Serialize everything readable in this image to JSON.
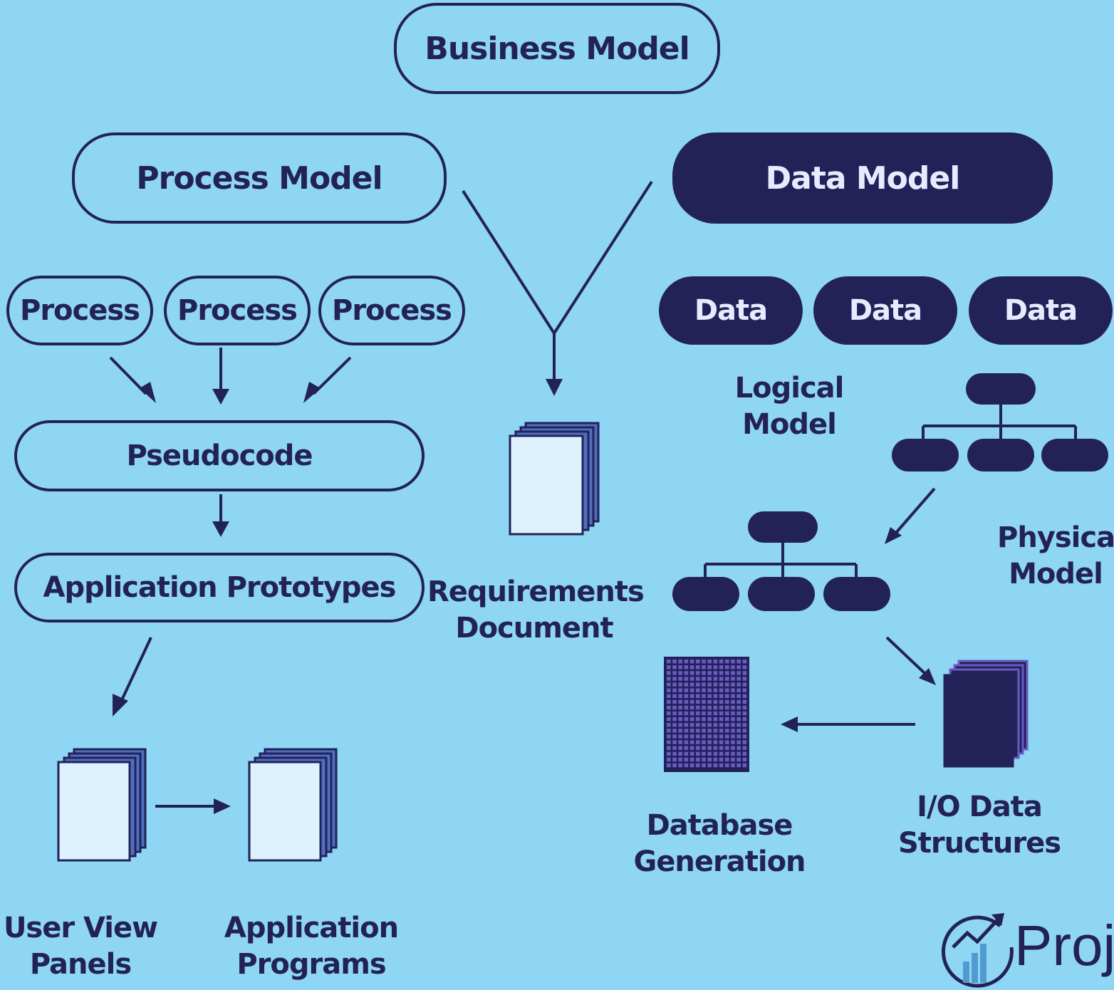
{
  "nodes": {
    "business_model": "Business Model",
    "process_model": "Process Model",
    "data_model": "Data Model",
    "process_1": "Process",
    "process_2": "Process",
    "process_3": "Process",
    "data_1": "Data",
    "data_2": "Data",
    "data_3": "Data",
    "pseudocode": "Pseudocode",
    "application_prototypes": "Application Prototypes"
  },
  "labels": {
    "requirements_document": [
      "Requirements",
      "Document"
    ],
    "logical_model": [
      "Logical",
      "Model"
    ],
    "physical_model": [
      "Physical",
      "Model"
    ],
    "user_view_panels": [
      "User View",
      "Panels"
    ],
    "application_programs": [
      "Application",
      "Programs"
    ],
    "database_generation": [
      "Database",
      "Generation"
    ],
    "io_data_structures": [
      "I/O Data",
      "Structures"
    ]
  },
  "logo": {
    "text": "Proje",
    "icon": "growth-chart-icon"
  },
  "colors": {
    "background": "#8fd5f4",
    "navy": "#232258",
    "doc_front": "#ddf2fc",
    "doc_back": "#4f6fc0",
    "grid": "#6a5bc4"
  }
}
